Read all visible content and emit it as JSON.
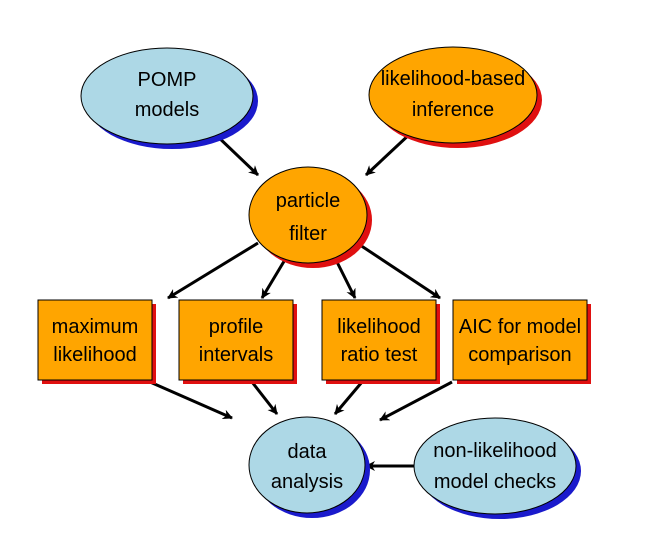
{
  "colors": {
    "blue_fill": "#add8e6",
    "blue_shadow": "#1a1acc",
    "orange_fill": "#ffa500",
    "red_shadow": "#e01010",
    "outline": "#000000",
    "edge": "#000000"
  },
  "nodes": {
    "pomp": {
      "line1": "POMP",
      "line2": "models"
    },
    "likelihood_based": {
      "line1": "likelihood-based",
      "line2": "inference"
    },
    "particle_filter": {
      "line1": "particle",
      "line2": "filter"
    },
    "max_likelihood": {
      "line1": "maximum",
      "line2": "likelihood"
    },
    "profile": {
      "line1": "profile",
      "line2": "intervals"
    },
    "ratio_test": {
      "line1": "likelihood",
      "line2": "ratio test"
    },
    "aic": {
      "line1": "AIC for model",
      "line2": "comparison"
    },
    "data_analysis": {
      "line1": "data",
      "line2": "analysis"
    },
    "non_likelihood": {
      "line1": "non-likelihood",
      "line2": "model checks"
    }
  }
}
